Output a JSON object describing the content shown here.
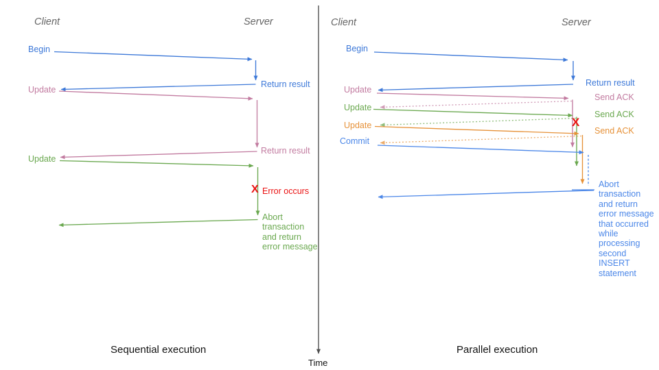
{
  "colors": {
    "blue": "#3c78d8",
    "blue2": "#4a86e8",
    "pink": "#c27ba0",
    "green": "#6aa84f",
    "orange": "#e69138",
    "red": "#ea1111",
    "axis": "#4d4d4d",
    "header": "#646464",
    "caption": "#111111"
  },
  "axis": {
    "label": "Time"
  },
  "left": {
    "caption": "Sequential execution",
    "client_label": "Client",
    "server_label": "Server",
    "begin_label": "Begin",
    "return_result_1": "Return result",
    "update1_label": "Update",
    "return_result_2": "Return result",
    "update2_label": "Update",
    "error_x": "X",
    "error_label": "Error occurs",
    "abort_note": "Abort\ntransaction\nand return\nerror message"
  },
  "right": {
    "caption": "Parallel execution",
    "client_label": "Client",
    "server_label": "Server",
    "begin_label": "Begin",
    "return_result": "Return result",
    "update1_label": "Update",
    "send_ack_1": "Send ACK",
    "update2_label": "Update",
    "send_ack_2": "Send ACK",
    "update3_label": "Update",
    "send_ack_3": "Send ACK",
    "commit_label": "Commit",
    "error_x": "X",
    "abort_note": "Abort\ntransaction\nand return\nerror message\nthat occurred\nwhile\nprocessing\nsecond\nINSERT\nstatement"
  }
}
